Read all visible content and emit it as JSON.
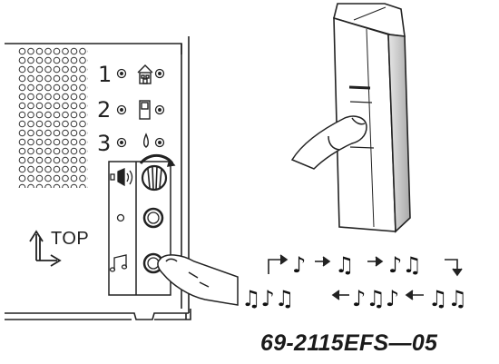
{
  "labels": {
    "index_1": "1",
    "index_2": "2",
    "index_3": "3",
    "orientation": "TOP",
    "part_number": "69-2115EFS—05"
  },
  "melody_sequence": {
    "top_row": [
      "♪",
      "♫",
      "♪♫"
    ],
    "bottom_row": [
      "♫♪♫",
      "♪♫♪",
      "♫♫"
    ]
  },
  "colors": {
    "ink": "#222222",
    "paper": "#ffffff",
    "shade": "#bdbdbd"
  },
  "icons": [
    "speaker-grille",
    "home-icon",
    "door-icon",
    "drop-icon",
    "volume-icon",
    "music-note-icon",
    "finger-pointer",
    "wireless-push-button"
  ]
}
